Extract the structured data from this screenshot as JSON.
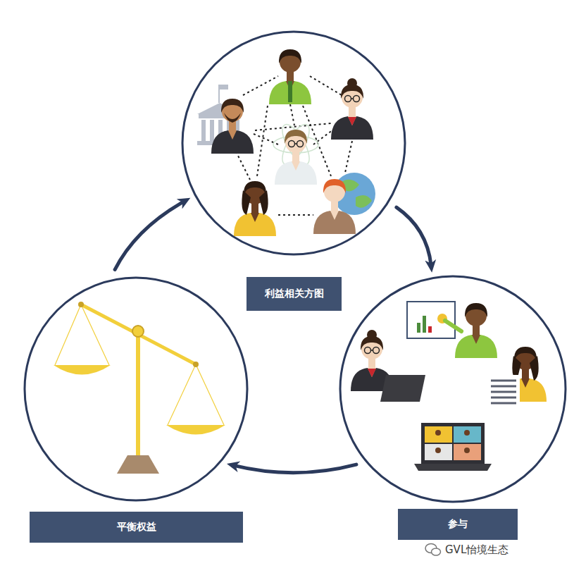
{
  "diagram": {
    "nodes": [
      {
        "text": [
          "利益相关方图"
        ]
      },
      {
        "text": [
          "参与"
        ]
      },
      {
        "text": [
          "平衡权益"
        ]
      }
    ],
    "edges": [
      {
        "from": 0,
        "to": 1,
        "arrow": "to"
      },
      {
        "from": 1,
        "to": 2,
        "arrow": "to"
      },
      {
        "from": 2,
        "to": 0,
        "arrow": "to"
      }
    ],
    "labels": [
      "GVL怡境生态"
    ]
  }
}
